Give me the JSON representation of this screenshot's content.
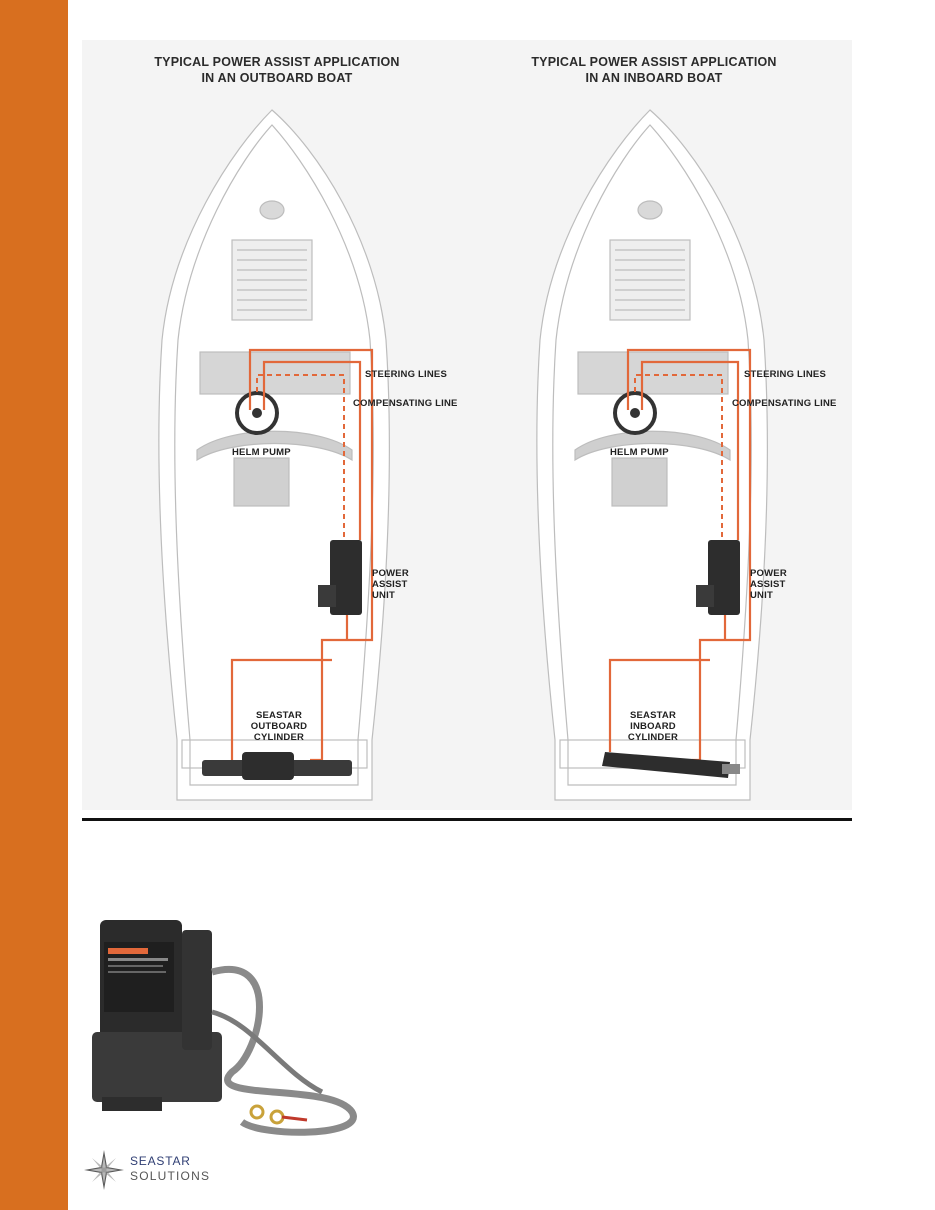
{
  "diagrams": [
    {
      "title_line1": "TYPICAL POWER ASSIST APPLICATION",
      "title_line2": "IN AN OUTBOARD BOAT",
      "steering_lines": "STEERING LINES",
      "compensating_line": "COMPENSATING LINE",
      "helm_pump": "HELM PUMP",
      "power_assist_line1": "POWER",
      "power_assist_line2": "ASSIST",
      "power_assist_line3": "UNIT",
      "cylinder_line1": "SEASTAR",
      "cylinder_line2": "OUTBOARD",
      "cylinder_line3": "CYLINDER"
    },
    {
      "title_line1": "TYPICAL POWER ASSIST APPLICATION",
      "title_line2": "IN AN INBOARD BOAT",
      "steering_lines": "STEERING LINES",
      "compensating_line": "COMPENSATING LINE",
      "helm_pump": "HELM PUMP",
      "power_assist_line1": "POWER",
      "power_assist_line2": "ASSIST",
      "power_assist_line3": "UNIT",
      "cylinder_line1": "SEASTAR",
      "cylinder_line2": "INBOARD",
      "cylinder_line3": "CYLINDER"
    }
  ],
  "logo": {
    "line1": "SEASTAR",
    "line2": "SOLUTIONS"
  },
  "colors": {
    "accent_bar": "#d86f1f",
    "hydraulic_line": "#e2683a",
    "logo_blue": "#2f3e73"
  }
}
